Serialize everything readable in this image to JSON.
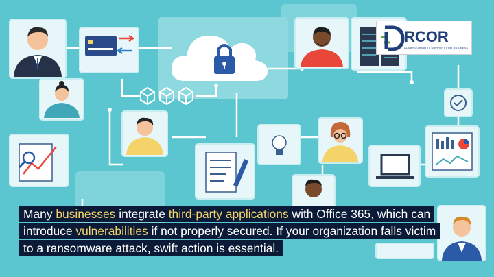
{
  "logo": {
    "name": "RCOR",
    "tagline": "ALWAYS GREAT IT SUPPORT FOR BUSINESS",
    "color": "#1f3f7a",
    "accent": "#6aa93a"
  },
  "caption": {
    "line1": {
      "a": "Many ",
      "b": "businesses",
      "c": " integrate ",
      "d": "third-party applications",
      "e": " with Office 365, which can"
    },
    "line2": {
      "a": "introduce ",
      "b": "vulnerabilities",
      "c": " if not properly secured. If your organization falls victim"
    },
    "line3": "to a ransomware attack, swift action is essential."
  },
  "colors": {
    "background": "#5cc6d0",
    "caption_bg": "#0b1a36",
    "caption_text": "#ffffff",
    "highlight": "#f5d36b"
  },
  "icons": [
    "person-icon",
    "credit-card-icon",
    "cloud-lock-icon",
    "cube-icon",
    "server-icon",
    "checkmark-icon",
    "chart-icon",
    "lightbulb-icon",
    "document-pen-icon",
    "laptop-icon",
    "dashboard-icon"
  ]
}
